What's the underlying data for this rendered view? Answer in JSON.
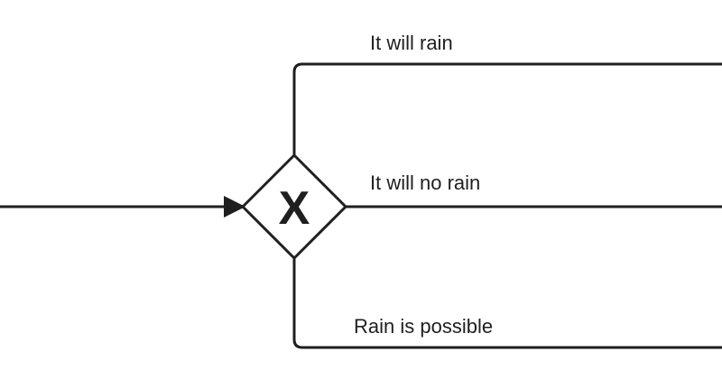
{
  "gateway": {
    "type": "exclusive",
    "marker": "X"
  },
  "flows": [
    {
      "label": "It will rain"
    },
    {
      "label": "It will no rain"
    },
    {
      "label": "Rain is possible"
    }
  ],
  "colors": {
    "stroke": "#1f1f1f",
    "background": "#ffffff"
  }
}
